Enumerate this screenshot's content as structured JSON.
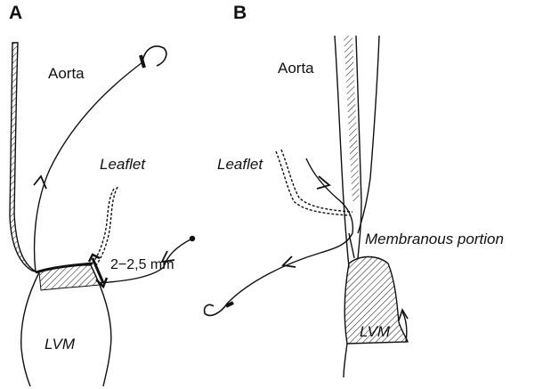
{
  "panel_a": {
    "letter": "A",
    "aorta_label": "Aorta",
    "leaflet_label": "Leaflet",
    "measurement_label": "2−2,5 mm",
    "lvm_label": "LVM"
  },
  "panel_b": {
    "letter": "B",
    "aorta_label": "Aorta",
    "leaflet_label": "Leaflet",
    "membranous_label": "Membranous portion",
    "lvm_label": "LVM"
  },
  "colors": {
    "ink": "#111111",
    "background": "#ffffff"
  },
  "icons": [
    "hatching-pattern",
    "arrowhead-icon",
    "wire-hook-icon",
    "double-arrow-icon"
  ]
}
